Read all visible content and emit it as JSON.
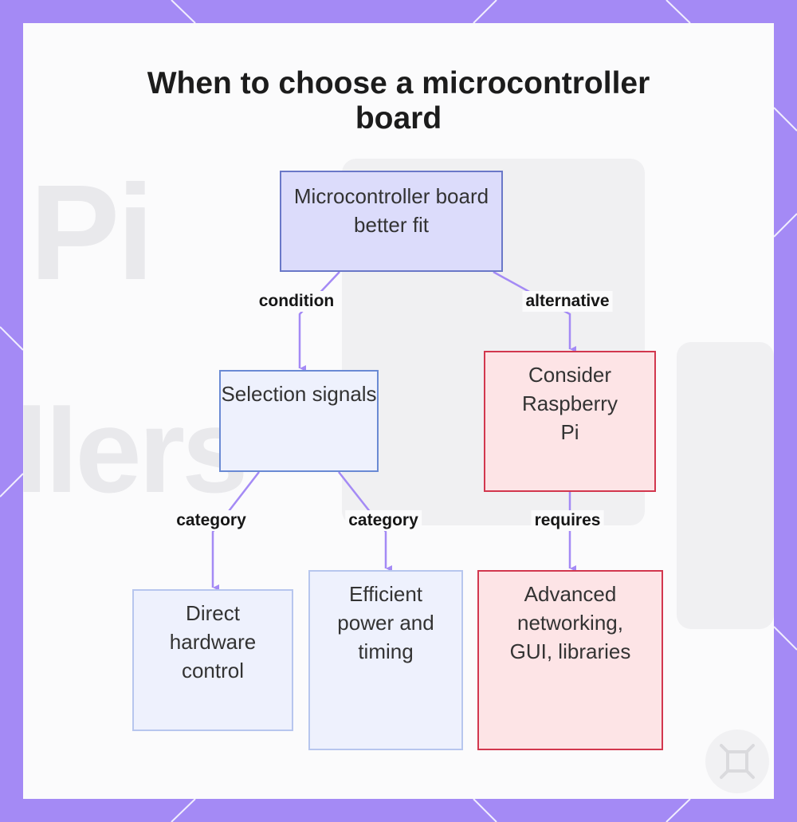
{
  "title": "When to choose a microcontroller board",
  "background_watermark": [
    "Pi",
    "llers"
  ],
  "colors": {
    "frame": "#a48af5",
    "edge": "#a48af5",
    "blue_fill": "#dcdcfb",
    "light_fill": "#eef1fd",
    "red_fill": "#fde4e6",
    "red_border": "#d2374e"
  },
  "nodes": {
    "root": "Microcontroller board better fit",
    "selection": "Selection signals",
    "raspberry": "Consider Raspberry Pi",
    "direct": "Direct hardware control",
    "efficient": "Efficient power and timing",
    "advanced": "Advanced networking, GUI, libraries"
  },
  "edges": {
    "root_selection": "condition",
    "root_raspberry": "alternative",
    "selection_direct": "category",
    "selection_efficient": "category",
    "raspberry_advanced": "requires"
  },
  "icons": {
    "logo": "network-logo-icon"
  }
}
